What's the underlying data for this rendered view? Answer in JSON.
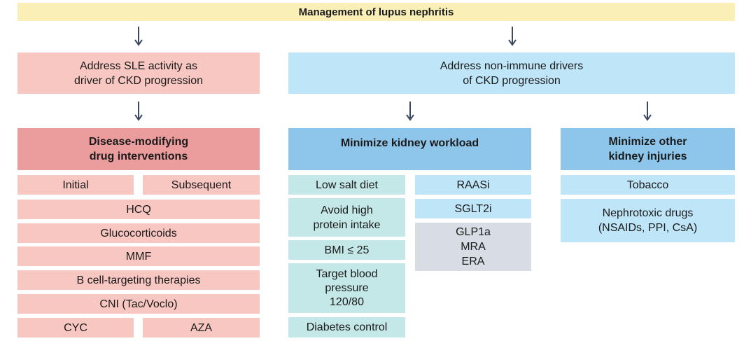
{
  "title": "Management of lupus nephritis",
  "left": {
    "header": "Address SLE activity as\ndriver of CKD progression",
    "subheader": "Disease-modifying\ndrug interventions",
    "initial": "Initial",
    "subsequent": "Subsequent",
    "items": [
      "HCQ",
      "Glucocorticoids",
      "MMF",
      "B cell-targeting therapies",
      "CNI (Tac/Voclo)"
    ],
    "bottom_left": "CYC",
    "bottom_right": "AZA"
  },
  "right": {
    "header": "Address non-immune drivers\nof CKD progression",
    "workload": {
      "title": "Minimize kidney workload",
      "col1": [
        "Low salt diet",
        "Avoid high\nprotein intake",
        "BMI ≤ 25",
        "Target blood\npressure\n120/80",
        "Diabetes control"
      ],
      "col2": [
        "RAASi",
        "SGLT2i",
        "GLP1a\nMRA\nERA"
      ]
    },
    "injuries": {
      "title": "Minimize other\nkidney injuries",
      "items": [
        "Tobacco",
        "Nephrotoxic drugs\n(NSAIDs, PPI, CsA)"
      ]
    }
  },
  "colors": {
    "title_bg": "#fbefb8",
    "pink_light": "#f8c7c2",
    "pink_dark": "#eb9d9e",
    "blue_light": "#bfe5f8",
    "blue_dark": "#8dc6ea",
    "teal": "#c4e8e8",
    "gray": "#d8dde5",
    "arrow": "#3a4a5c"
  }
}
